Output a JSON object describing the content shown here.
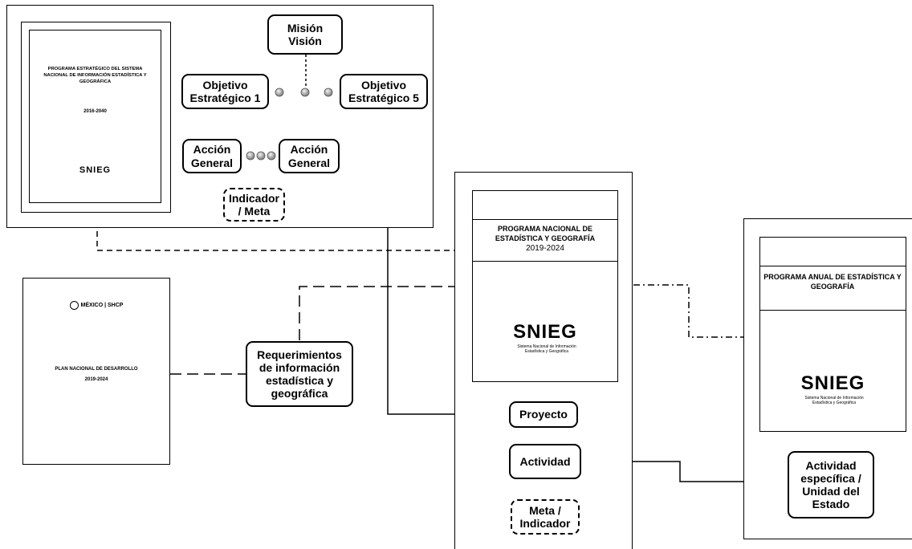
{
  "psnieg": {
    "title": "PROGRAMA ESTRATÉGICO DEL SISTEMA NACIONAL DE INFORMACIÓN ESTADÍSTICA Y GEOGRÁFICA",
    "years": "2016-2040",
    "logo": "SNIEG"
  },
  "nodes": {
    "mision": "Misión\nVisión",
    "objetivo1": "Objetivo\nEstratégico 1",
    "objetivo5": "Objetivo\nEstratégico 5",
    "accion1": "Acción\nGeneral",
    "accion2": "Acción\nGeneral",
    "indicador": "Indicador\n/ Meta",
    "requerimientos": "Requerimientos\nde información\nestadística y\ngeográfica",
    "proyecto": "Proyecto",
    "actividad": "Actividad",
    "meta": "Meta /\nIndicador",
    "actividad_especifica": "Actividad\nespecífica /\nUnidad del\nEstado"
  },
  "pnd": {
    "header": "MÉXICO | SHCP",
    "title": "PLAN NACIONAL DE DESARROLLO",
    "years": "2019-2024"
  },
  "pnieg": {
    "title": "PROGRAMA NACIONAL DE ESTADÍSTICA Y GEOGRAFÍA",
    "years": "2019-2024",
    "logo": "SNIEG",
    "logo_sub": "Sistema Nacional de Información Estadística y Geográfica"
  },
  "paeg": {
    "title": "PROGRAMA ANUAL DE ESTADÍSTICA Y GEOGRAFÍA",
    "logo": "SNIEG",
    "logo_sub": "Sistema Nacional de Información Estadística y Geográfica"
  }
}
